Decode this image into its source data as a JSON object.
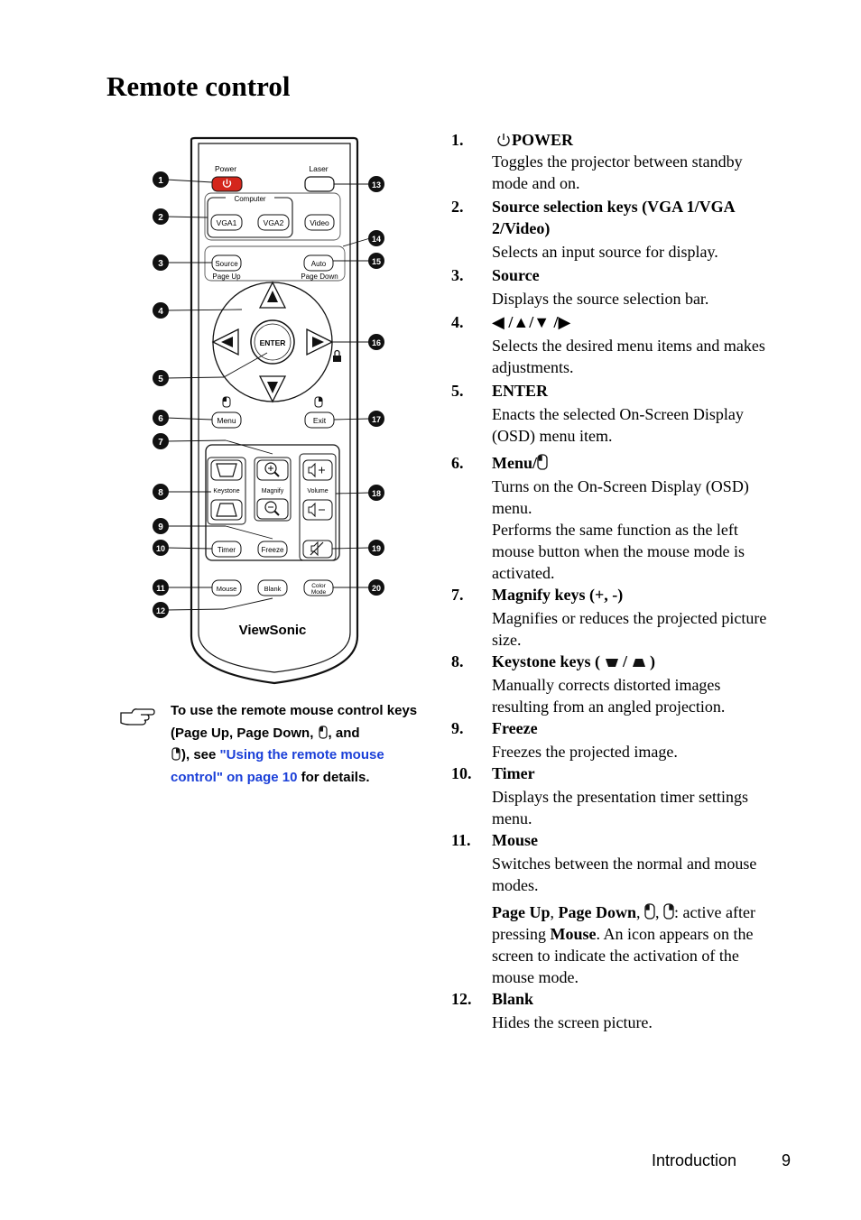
{
  "page": {
    "title": "Remote control"
  },
  "remote": {
    "brand": "ViewSonic",
    "labels": {
      "power": "Power",
      "laser": "Laser",
      "computer": "Computer",
      "vga1": "VGA1",
      "vga2": "VGA2",
      "video": "Video",
      "source": "Source",
      "page_up": "Page Up",
      "auto": "Auto",
      "page_down": "Page Down",
      "enter": "ENTER",
      "menu": "Menu",
      "exit": "Exit",
      "keystone": "Keystone",
      "magnify": "Magnify",
      "volume": "Volume",
      "timer": "Timer",
      "freeze": "Freeze",
      "mouse": "Mouse",
      "blank": "Blank",
      "color_mode_1": "Color",
      "color_mode_2": "Mode"
    },
    "callouts": [
      "1",
      "2",
      "3",
      "4",
      "5",
      "6",
      "7",
      "8",
      "9",
      "10",
      "11",
      "12",
      "13",
      "14",
      "15",
      "16",
      "17",
      "18",
      "19",
      "20"
    ]
  },
  "note": {
    "line_a": "To use the remote mouse control keys (Page Up, Page Down,",
    "and": ", and",
    "see": "), see ",
    "link": "\"Using the remote mouse control\" on page 10",
    "tail": " for details."
  },
  "items": [
    {
      "num": "1.",
      "title": "POWER",
      "desc": [
        "Toggles the projector between standby mode and on."
      ]
    },
    {
      "num": "2.",
      "title": "Source selection keys (VGA 1/VGA 2/Video)",
      "desc": [
        "Selects an input source for display."
      ]
    },
    {
      "num": "3.",
      "title": "Source",
      "desc": [
        "Displays the source selection bar."
      ]
    },
    {
      "num": "4.",
      "title": "",
      "desc": [
        "Selects the desired menu items and makes adjustments."
      ]
    },
    {
      "num": "5.",
      "title": "ENTER",
      "desc": [
        "Enacts the selected On-Screen Display (OSD) menu item."
      ]
    },
    {
      "num": "6.",
      "title": "Menu/",
      "desc": [
        "Turns on the On-Screen Display (OSD) menu.",
        "Performs the same function as the left mouse button when the mouse mode is activated."
      ]
    },
    {
      "num": "7.",
      "title": "Magnify keys (+, -)",
      "desc": [
        "Magnifies or reduces the projected picture size."
      ]
    },
    {
      "num": "8.",
      "title": "Keystone keys (",
      "title_end": ")",
      "desc": [
        "Manually corrects distorted images resulting from an angled projection."
      ]
    },
    {
      "num": "9.",
      "title": "Freeze",
      "desc": [
        "Freezes the projected image."
      ]
    },
    {
      "num": "10.",
      "title": "Timer",
      "desc": [
        "Displays the presentation timer settings menu."
      ]
    },
    {
      "num": "11.",
      "title": "Mouse",
      "desc": [
        "Switches between the normal and mouse modes."
      ],
      "extra": {
        "b1": "Page Up",
        "s1": ", ",
        "b2": "Page Down",
        "s2": ", ",
        "s3": ", ",
        "s4": ": active after pressing ",
        "b3": "Mouse",
        "s5": ". An icon appears on the screen to indicate the activation of the mouse mode."
      }
    },
    {
      "num": "12.",
      "title": "Blank",
      "desc": [
        "Hides the screen picture."
      ]
    }
  ],
  "footer": {
    "section": "Introduction",
    "page": "9"
  }
}
